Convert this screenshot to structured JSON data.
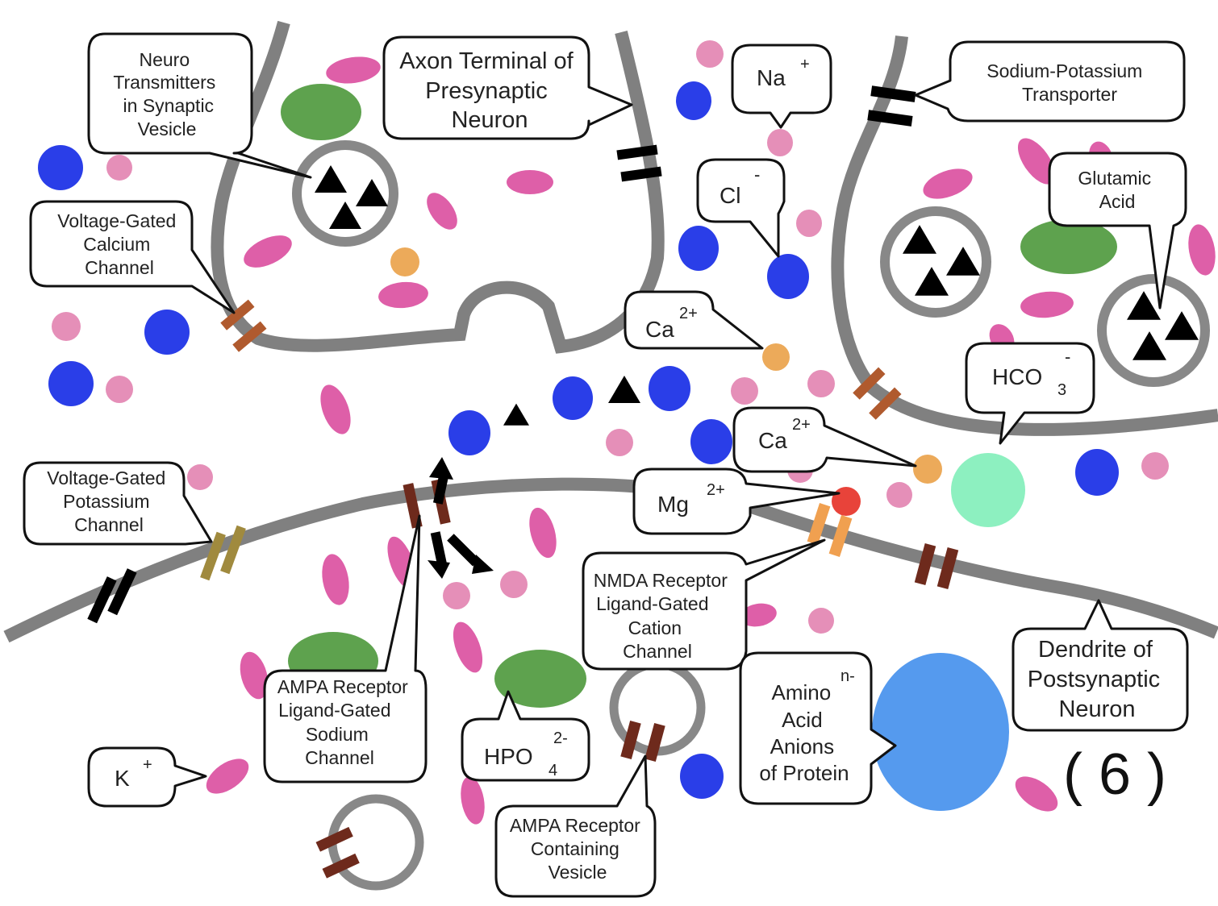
{
  "figure_number": "( 6 )",
  "colors": {
    "membrane": "#808080",
    "sodium": "#e58fb8",
    "potassium": "#de5fa8",
    "chloride": "#2a3ee8",
    "calcium": "#ecaa5a",
    "magnesium": "#e8433a",
    "phosphate": "#5ea24e",
    "bicarbonate": "#8df0c0",
    "protein_anion": "#559aee",
    "neurotransmitter": "#000000",
    "voltage_gated_calcium": "#b05a2e",
    "voltage_gated_potassium": "#a08a3e",
    "ampa": "#6e2a1c",
    "nmda": "#f0a050",
    "na_k_pump": "#000000"
  },
  "labels": {
    "neurotransmitters": [
      "Neuro",
      "Transmitters",
      "in Synaptic",
      "Vesicle"
    ],
    "axon_terminal": [
      "Axon Terminal of",
      "Presynaptic",
      "Neuron"
    ],
    "na_ion": {
      "base": "Na",
      "sup": "+"
    },
    "cl_ion": {
      "base": "Cl",
      "sup": "-"
    },
    "na_k_transporter": [
      "Sodium-Potassium",
      "Transporter"
    ],
    "glutamic_acid": [
      "Glutamic",
      "Acid"
    ],
    "vg_calcium": [
      "Voltage-Gated",
      "Calcium",
      "Channel"
    ],
    "ca_ion_top": {
      "base": "Ca",
      "sup": "2+"
    },
    "hco3_ion": {
      "base": "HCO",
      "sub": "3",
      "sup": "-"
    },
    "ca_ion_mid": {
      "base": "Ca",
      "sup": "2+"
    },
    "mg_ion": {
      "base": "Mg",
      "sup": "2+"
    },
    "vg_potassium": [
      "Voltage-Gated",
      "Potassium",
      "Channel"
    ],
    "nmda": [
      "NMDA Receptor",
      "Ligand-Gated",
      "Cation",
      "Channel"
    ],
    "dendrite": [
      "Dendrite of",
      "Postsynaptic",
      "Neuron"
    ],
    "ampa_channel": [
      "AMPA Receptor",
      "Ligand-Gated",
      "Sodium",
      "Channel"
    ],
    "hpo4_ion": {
      "base": "HPO",
      "sub": "4",
      "sup": "2-"
    },
    "amino_acid": {
      "lines": [
        "Amino",
        "Acid",
        "Anions",
        "of Protein"
      ],
      "sup": "n-"
    },
    "k_ion": {
      "base": "K",
      "sup": "+"
    },
    "ampa_vesicle": [
      "AMPA Receptor",
      "Containing",
      "Vesicle"
    ]
  }
}
